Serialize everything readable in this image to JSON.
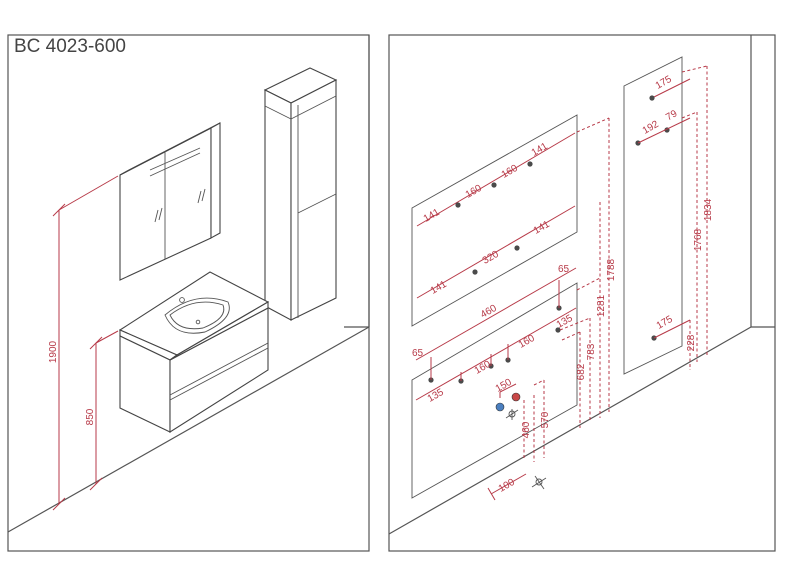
{
  "title": "BC 4023-600",
  "left_dimensions": {
    "height_total": "1900",
    "height_counter": "850"
  },
  "mirror_dimensions": {
    "top_141_right": "141",
    "top_160_a": "160",
    "top_160_b": "160",
    "top_141_left": "141",
    "mid_141_right": "141",
    "mid_320": "320",
    "mid_141_left": "141",
    "height_1788": "1788"
  },
  "cabinet_dimensions": {
    "width_460": "460",
    "dim_65_top": "65",
    "dim_135_right": "135",
    "dim_1281": "1281",
    "dim_783": "783",
    "dim_682": "682",
    "dim_65_left": "65",
    "dim_160_a": "160",
    "dim_160_b": "160",
    "dim_135_left": "135",
    "dim_150": "150",
    "dim_460_vert": "460",
    "dim_570": "570",
    "dim_100": "100"
  },
  "column_dimensions": {
    "dim_175_top": "175",
    "dim_192": "192",
    "dim_79": "79",
    "dim_1768": "1768",
    "dim_1834": "1834",
    "dim_175_bottom": "175",
    "dim_228": "228"
  },
  "colors": {
    "dimension": "#b73a48",
    "line": "#444444",
    "cold_water": "#4a7fc0",
    "hot_water": "#c84848"
  }
}
